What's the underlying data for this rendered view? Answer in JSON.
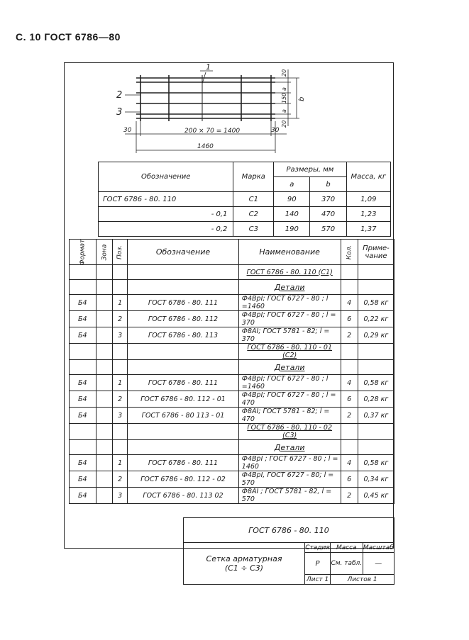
{
  "page_header": "С. 10 ГОСТ 6786—80",
  "drawing": {
    "pos_labels": [
      "1",
      "2",
      "3"
    ],
    "dim_left": "30",
    "dim_middle": "200 × 70 = 1400",
    "dim_right": "30",
    "dim_total": "1460",
    "dim_side": [
      "20",
      "a",
      "150",
      "a",
      "20"
    ],
    "dim_b": "b"
  },
  "variants_table": {
    "headers": {
      "designation": "Обозначение",
      "mark": "Марка",
      "sizes": "Размеры, мм",
      "a": "a",
      "b": "b",
      "mass": "Масса, кг"
    },
    "rows": [
      {
        "designation": "ГОСТ 6786 - 80. 110",
        "mark": "С1",
        "a": "90",
        "b": "370",
        "mass": "1,09"
      },
      {
        "designation": "- 0,1",
        "mark": "С2",
        "a": "140",
        "b": "470",
        "mass": "1,23"
      },
      {
        "designation": "- 0,2",
        "mark": "С3",
        "a": "190",
        "b": "570",
        "mass": "1,37"
      }
    ]
  },
  "spec_table": {
    "headers": {
      "format": "Формат",
      "zone": "Зона",
      "pos": "Поз.",
      "designation": "Обозначение",
      "name": "Наименование",
      "qty": "Кол.",
      "note": "Приме- чание"
    },
    "groups": [
      {
        "title": "ГОСТ 6786 - 80. 110 (С1)",
        "section": "Детали",
        "rows": [
          {
            "format": "Б4",
            "pos": "1",
            "designation": "ГОСТ 6786 - 80. 111",
            "name": "Ф4ВрI; ГОСТ 6727 - 80 ;  l =1460",
            "qty": "4",
            "note": "0,58 кг"
          },
          {
            "format": "Б4",
            "pos": "2",
            "designation": "ГОСТ 6786 - 80. 112",
            "name": "Ф4ВрI; ГОСТ 6727 - 80 ;  l = 370",
            "qty": "6",
            "note": "0,22 кг"
          },
          {
            "format": "Б4",
            "pos": "3",
            "designation": "ГОСТ 6786 - 80. 113",
            "name": "Ф8АI;  ГОСТ 5781 - 82; l = 370",
            "qty": "2",
            "note": "0,29 кг"
          }
        ]
      },
      {
        "title": "ГОСТ 6786 - 80. 110 - 01 (С2)",
        "section": "Детали",
        "rows": [
          {
            "format": "Б4",
            "pos": "1",
            "designation": "ГОСТ 6786 - 80. 111",
            "name": "Ф4ВрI; ГОСТ 6727 - 80 ;  l =1460",
            "qty": "4",
            "note": "0,58 кг"
          },
          {
            "format": "Б4",
            "pos": "2",
            "designation": "ГОСТ 6786 - 80. 112 - 01",
            "name": "Ф4ВрI; ГОСТ 6727 - 80 ;  l = 470",
            "qty": "6",
            "note": "0,28 кг"
          },
          {
            "format": "Б4",
            "pos": "3",
            "designation": "ГОСТ 6786 - 80  113 - 01",
            "name": "Ф8АI;  ГОСТ 5781 - 82; l = 470",
            "qty": "2",
            "note": "0,37 кг"
          }
        ]
      },
      {
        "title": "ГОСТ 6786 - 80. 110 - 02 (С3)",
        "section": "Детали",
        "rows": [
          {
            "format": "Б4",
            "pos": "1",
            "designation": "ГОСТ 6786 - 80. 111",
            "name": "Ф4ВрI ; ГОСТ 6727 - 80 ; l = 1460",
            "qty": "4",
            "note": "0,58 кг"
          },
          {
            "format": "Б4",
            "pos": "2",
            "designation": "ГОСТ 6786 - 80. 112 - 02",
            "name": "Ф4ВрI, ГОСТ 6727 - 80; l = 570",
            "qty": "6",
            "note": "0,34 кг"
          },
          {
            "format": "Б4",
            "pos": "3",
            "designation": "ГОСТ 6786 - 80. 113  02",
            "name": "Ф8АI ;  ГОСТ 5781 - 82,  l = 570",
            "qty": "2",
            "note": "0,45 кг"
          }
        ]
      }
    ]
  },
  "title_block": {
    "doc_number": "ГОСТ 6786 - 80. 110",
    "name_line1": "Сетка арматурная",
    "name_line2": "(С1 ÷ С3)",
    "stage_label": "Стадия",
    "mass_label": "Масса",
    "scale_label": "Масштаб",
    "stage_value": "Р",
    "mass_value": "См. табл.",
    "scale_value": "—",
    "sheet_label": "Лист 1",
    "sheets_label": "Листов 1"
  }
}
